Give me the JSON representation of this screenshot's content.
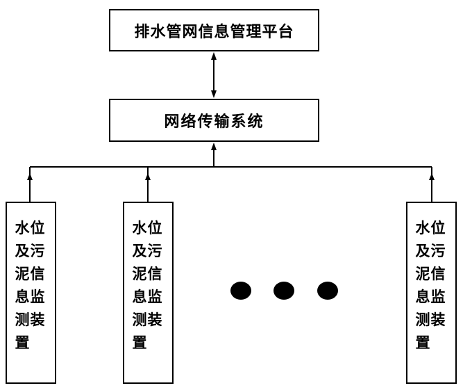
{
  "platform": {
    "label": "排水管网信息管理平台"
  },
  "network": {
    "label": "网络传输系统"
  },
  "devices": [
    {
      "label": "水位及污泥信息监测装置"
    },
    {
      "label": "水位及污泥信息监测装置"
    },
    {
      "label": "水位及污泥信息监测装置"
    }
  ],
  "ellipsis": {
    "dot_count": 3,
    "color": "#000000"
  },
  "colors": {
    "line": "#000000",
    "box_border": "#000000",
    "background": "#ffffff"
  }
}
